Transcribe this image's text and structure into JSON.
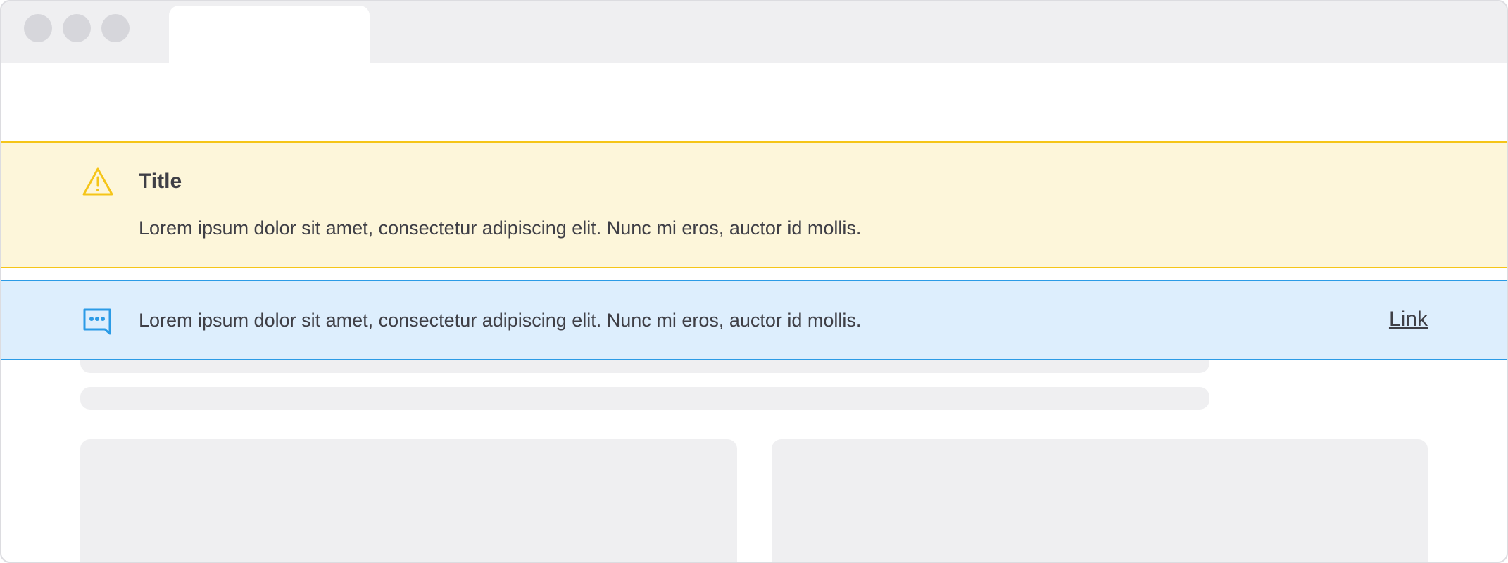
{
  "window": {
    "traffic_lights": [
      "close",
      "minimize",
      "maximize"
    ]
  },
  "warning_banner": {
    "icon": "warning-triangle-icon",
    "title": "Title",
    "message": "Lorem ipsum dolor sit amet, consectetur adipiscing elit. Nunc mi eros, auctor id mollis.",
    "accent_color": "#f5c518",
    "background_color": "#fdf6da"
  },
  "info_banner": {
    "icon": "chat-bubble-icon",
    "message": "Lorem ipsum dolor sit amet, consectetur adipiscing elit. Nunc mi eros, auctor id mollis.",
    "link_label": "Link",
    "accent_color": "#2b9be6",
    "background_color": "#ddeefd"
  }
}
